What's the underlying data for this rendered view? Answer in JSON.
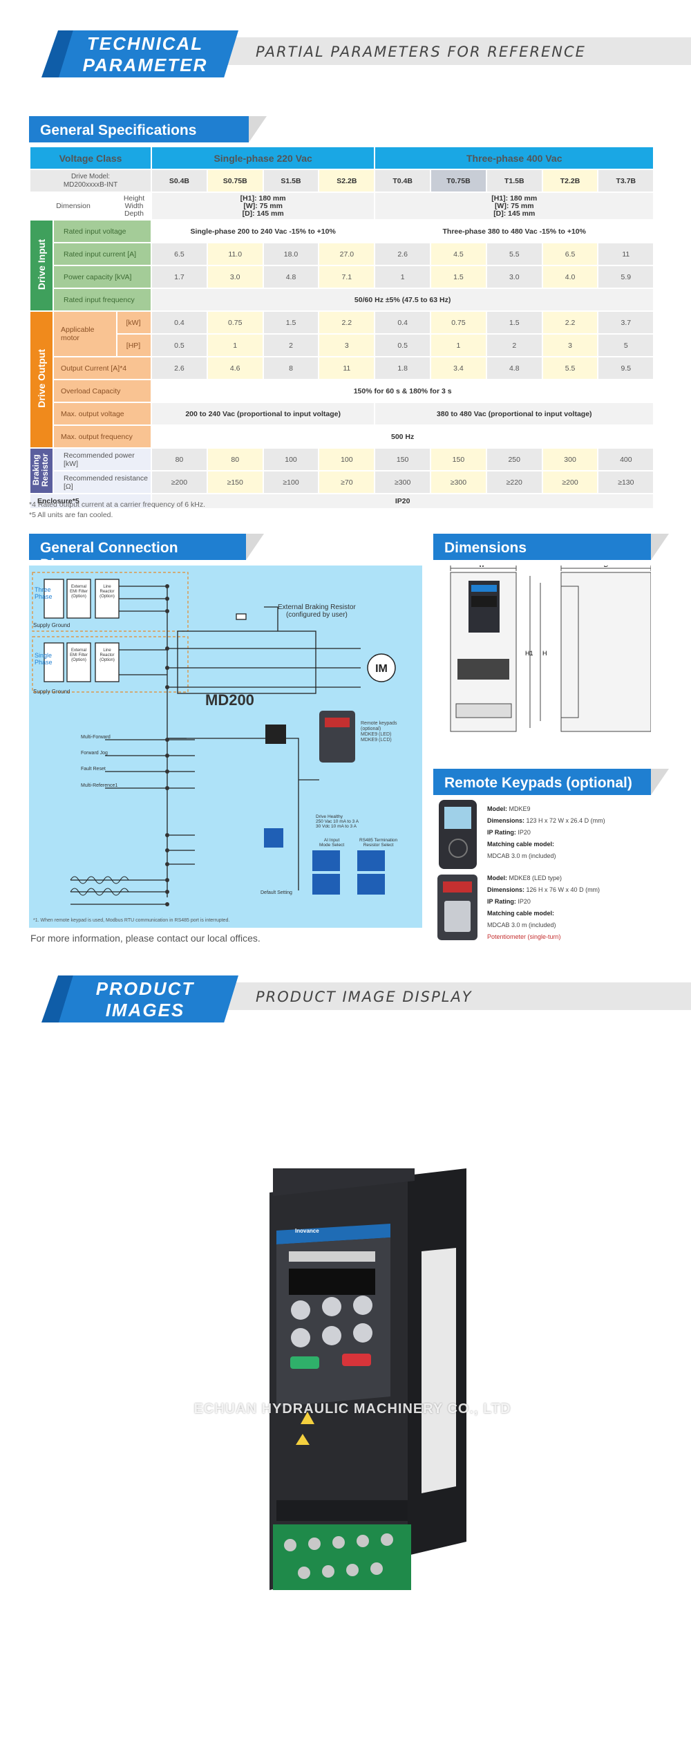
{
  "banner1": {
    "title_line1": "TECHNICAL",
    "title_line2": "PARAMETER",
    "subtitle": "PARTIAL PARAMETERS FOR REFERENCE"
  },
  "spec": {
    "heading": "General Specifications",
    "voltage_class": "Voltage Class",
    "single_phase": "Single-phase 220 Vac",
    "three_phase": "Three-phase 400 Vac",
    "drive_model": "Drive Model:\nMD200xxxxB-INT",
    "models": [
      "S0.4B",
      "S0.75B",
      "S1.5B",
      "S2.2B",
      "T0.4B",
      "T0.75B",
      "T1.5B",
      "T2.2B",
      "T3.7B"
    ],
    "dimension": "Dimension",
    "dim_labels": [
      "Height",
      "Width",
      "Depth"
    ],
    "dims_single": [
      "[H1]: 180 mm",
      "[W]: 75 mm",
      "[D]: 145 mm"
    ],
    "dims_three": [
      "[H1]: 180 mm",
      "[W]: 75 mm",
      "[D]: 145 mm"
    ],
    "drive_input": "Drive Input",
    "rated_input_voltage": "Rated input voltage",
    "riv_single": "Single-phase 200 to 240 Vac -15% to +10%",
    "riv_three": "Three-phase 380 to 480 Vac -15% to +10%",
    "rated_input_current": "Rated input current [A]",
    "ric": [
      "6.5",
      "11.0",
      "18.0",
      "27.0",
      "2.6",
      "4.5",
      "5.5",
      "6.5",
      "11"
    ],
    "power_capacity": "Power capacity [kVA]",
    "pc": [
      "1.7",
      "3.0",
      "4.8",
      "7.1",
      "1",
      "1.5",
      "3.0",
      "4.0",
      "5.9"
    ],
    "rated_input_freq": "Rated input frequency",
    "rif": "50/60 Hz ±5% (47.5 to 63 Hz)",
    "drive_output": "Drive Output",
    "applicable_motor": "Applicable motor",
    "kw": "[kW]",
    "hp": "[HP]",
    "motor_kw": [
      "0.4",
      "0.75",
      "1.5",
      "2.2",
      "0.4",
      "0.75",
      "1.5",
      "2.2",
      "3.7"
    ],
    "motor_hp": [
      "0.5",
      "1",
      "2",
      "3",
      "0.5",
      "1",
      "2",
      "3",
      "5"
    ],
    "output_current": "Output Current [A]*4",
    "oc": [
      "2.6",
      "4.6",
      "8",
      "11",
      "1.8",
      "3.4",
      "4.8",
      "5.5",
      "9.5"
    ],
    "overload": "Overload Capacity",
    "overload_val": "150% for 60 s & 180% for 3 s",
    "max_out_voltage": "Max. output voltage",
    "mov_single": "200 to 240 Vac (proportional to input voltage)",
    "mov_three": "380 to 480 Vac (proportional to input voltage)",
    "max_out_freq": "Max. output frequency",
    "mof": "500 Hz",
    "braking": "Braking Resistor",
    "rec_power": "Recommended power [kW]",
    "rp": [
      "80",
      "80",
      "100",
      "100",
      "150",
      "150",
      "250",
      "300",
      "400"
    ],
    "rec_res": "Recommended resistance [Ω]",
    "rr": [
      "≥200",
      "≥150",
      "≥100",
      "≥70",
      "≥300",
      "≥300",
      "≥220",
      "≥200",
      "≥130"
    ],
    "enclosure": "Enclosure*5",
    "enclosure_val": "IP20",
    "note4": "*4 Rated output current at a carrier frequency of 6 kHz.",
    "note5": "*5 All units are fan cooled."
  },
  "diagram": {
    "heading": "General Connection Diagram",
    "model": "MD200",
    "three_phase": "Three\nPhase",
    "single_phase": "Single\nPhase",
    "supply_ground": "Supply Ground",
    "emi_filter": "External\nEMI Filter\n(Option)",
    "line_reactor": "Line\nReactor\n(Option)",
    "braking_resistor": "External Braking Resistor\n(configured by user)",
    "motor": "IM",
    "remote_keypads": "Remote keypads\n(optional)\nMDKE9 (LED)\nMDKE9 (LCD)",
    "inputs": [
      "Multi-Forward",
      "Forward Jog",
      "Fault Reset",
      "Multi-Reference1"
    ],
    "footnote": "*1. When remote keypad is used, Modbus RTU communication in RS485 port is interrupted.",
    "ai_mode": "AI Input\nMode Select",
    "rs485_term": "RS485 Termination\nResistor Select",
    "default_setting": "Default Setting",
    "drive_healthy": "Drive Healthy\n250 Vac 10 mA to 3 A\n30 Vdc 10 mA to 3 A"
  },
  "dimensions": {
    "heading": "Dimensions",
    "w": "W",
    "d": "D",
    "h": "H",
    "h1": "H1"
  },
  "keypads": {
    "heading": "Remote Keypads  (optional)",
    "k1": {
      "model_l": "Model:",
      "model": "MDKE9",
      "dim_l": "Dimensions:",
      "dim": "123 H x 72 W x 26.4 D (mm)",
      "ip_l": "IP Rating:",
      "ip": "IP20",
      "cable_l": "Matching cable model:",
      "cable": "MDCAB 3.0 m (included)"
    },
    "k2": {
      "model_l": "Model:",
      "model": "MDKE8 (LED type)",
      "dim_l": "Dimensions:",
      "dim": "126 H x 76 W x 40 D (mm)",
      "ip_l": "IP Rating:",
      "ip": "IP20",
      "cable_l": "Matching cable model:",
      "cable": "MDCAB 3.0 m (included)",
      "pot": "Potentiometer (single-turn)"
    }
  },
  "contact": "For more information, please contact our local offices.",
  "banner2": {
    "title_line1": "PRODUCT",
    "title_line2": "IMAGES",
    "subtitle": "PRODUCT IMAGE DISPLAY"
  },
  "photo": {
    "watermark": "ECHUAN HYDRAULIC MACHINERY CO., LTD",
    "brand": "Inovance"
  }
}
